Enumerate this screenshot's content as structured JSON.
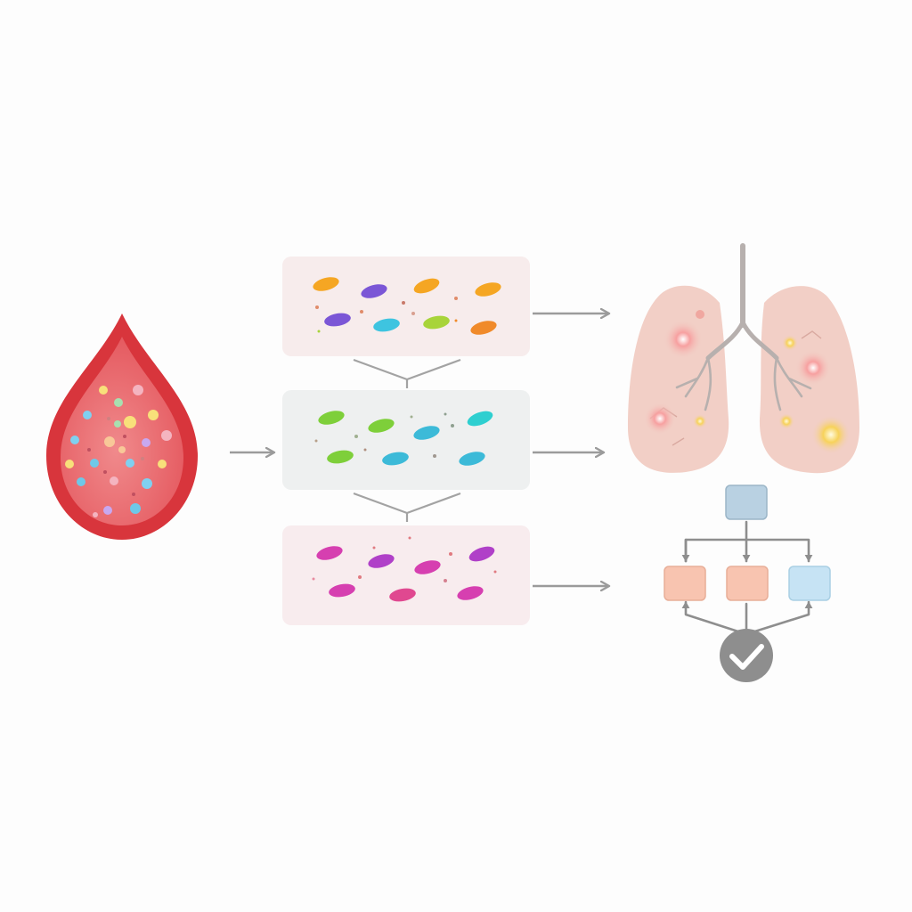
{
  "diagram": {
    "nodes": [
      {
        "id": "blood-drop",
        "kind": "input",
        "icon": "blood-drop-icon",
        "fill": "#d8353c",
        "inner_fill": "#ec6a6e"
      },
      {
        "id": "panel-1",
        "kind": "cell-cluster",
        "fill": "#f7ecec",
        "cell_colors": [
          "#f5a623",
          "#7b56d6",
          "#f08a2a",
          "#3ec4e0",
          "#a8d43a"
        ]
      },
      {
        "id": "panel-2",
        "kind": "cell-cluster",
        "fill": "#eef0f0",
        "cell_colors": [
          "#7ecf3a",
          "#2ecfd0",
          "#3cbad8"
        ]
      },
      {
        "id": "panel-3",
        "kind": "cell-cluster",
        "fill": "#f8ecee",
        "cell_colors": [
          "#d63fb0",
          "#b040c8",
          "#e04890"
        ]
      },
      {
        "id": "lungs",
        "kind": "output",
        "icon": "lungs-icon",
        "fill": "#f2cfc6"
      },
      {
        "id": "network",
        "kind": "output",
        "icon": "network-diagram-icon",
        "box_colors": [
          "#b9d1e2",
          "#f8c4b0",
          "#f8c4b0",
          "#c6e3f4"
        ],
        "check_color": "#8e8e8e"
      }
    ],
    "edges": [
      {
        "from": "blood-drop",
        "to": "panel-2"
      },
      {
        "from": "panel-1",
        "to": "panel-2",
        "style": "merge-bracket"
      },
      {
        "from": "panel-2",
        "to": "panel-3",
        "style": "merge-bracket"
      },
      {
        "from": "panel-1",
        "to": "lungs"
      },
      {
        "from": "panel-2",
        "to": "lungs"
      },
      {
        "from": "panel-3",
        "to": "network"
      }
    ],
    "arrow_color": "#9b9b9b"
  }
}
